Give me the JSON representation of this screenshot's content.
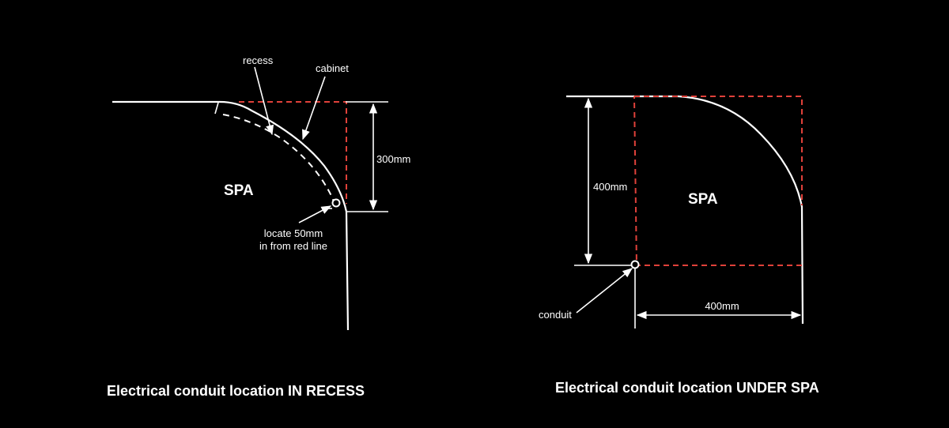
{
  "left_diagram": {
    "label_recess": "recess",
    "label_cabinet": "cabinet",
    "label_spa": "SPA",
    "label_dimension": "300mm",
    "label_locate_line1": "locate 50mm",
    "label_locate_line2": "in from red line",
    "caption": "Electrical conduit location IN RECESS"
  },
  "right_diagram": {
    "label_spa": "SPA",
    "label_vertical_dimension": "400mm",
    "label_horizontal_dimension": "400mm",
    "label_conduit": "conduit",
    "caption": "Electrical conduit location UNDER SPA"
  },
  "colors": {
    "background": "#000000",
    "line": "#ffffff",
    "red_dashed": "#e0413a"
  }
}
